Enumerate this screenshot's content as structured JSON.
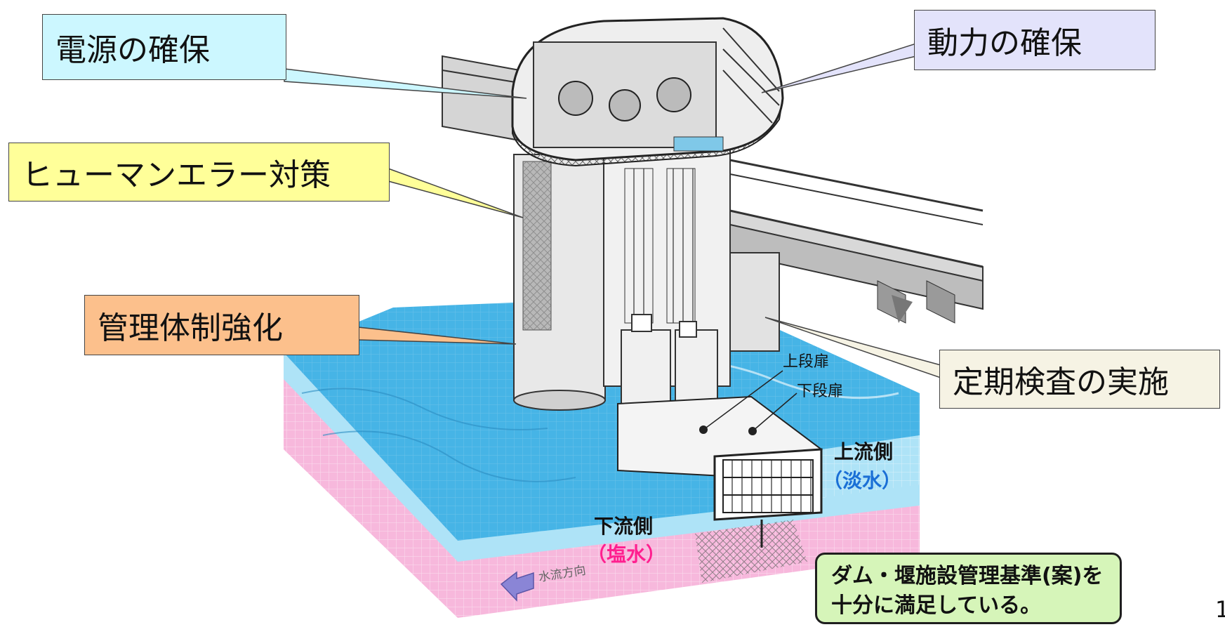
{
  "callouts": {
    "power_supply": "電源の確保",
    "motive_power": "動力の確保",
    "human_error": "ヒューマンエラー対策",
    "management": "管理体制強化",
    "inspection": "定期検査の実施"
  },
  "labels": {
    "upper_gate": "上段扉",
    "lower_gate": "下段扉",
    "upstream": "上流側",
    "upstream_water": "（淡水）",
    "downstream": "下流側",
    "downstream_water": "（塩水）",
    "flow_direction": "水流方向"
  },
  "note": {
    "line1": "ダム・堰施設管理基準(案)を",
    "line2": "十分に満足している。"
  },
  "page_number": "1",
  "colors": {
    "water": "#46b4e6",
    "water_light": "#aee3f7",
    "ground_pink": "#f7b8dc",
    "callout_cyan": "#ccf7ff",
    "callout_lavender": "#e3e3fb",
    "callout_yellow": "#ffff99",
    "callout_orange": "#fcc08c",
    "callout_ivory": "#f6f3e4",
    "note_green": "#d6f5b9",
    "saltwater_text": "#ff1f8f",
    "freshwater_text": "#1a6fd6"
  }
}
